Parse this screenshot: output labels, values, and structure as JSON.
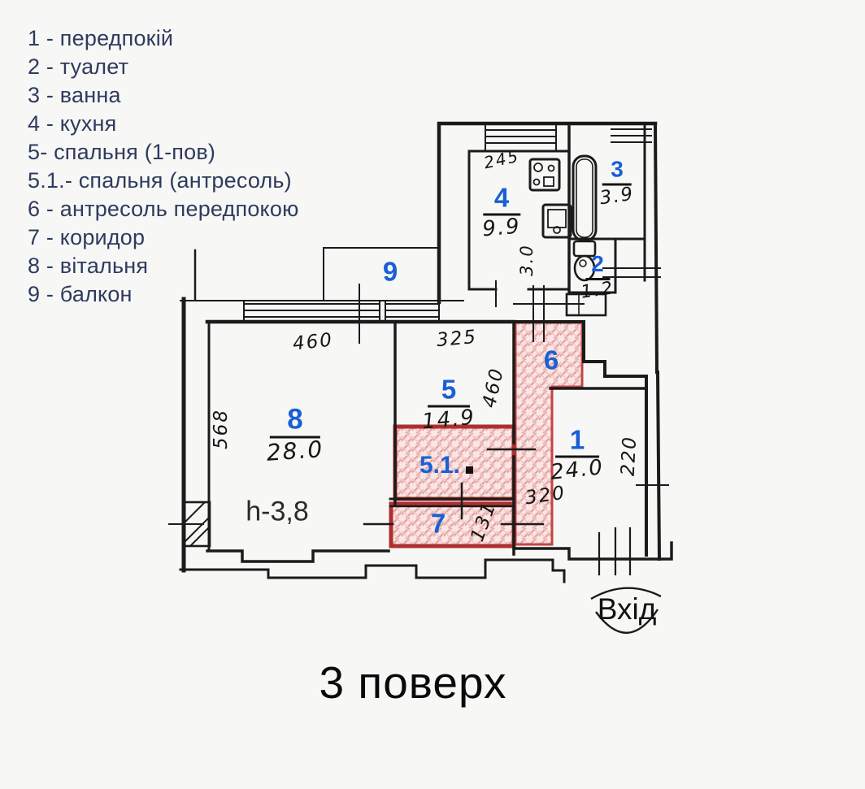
{
  "legend": {
    "items": [
      "1 - передпокій",
      "2 - туалет",
      "3 - ванна",
      "4 - кухня",
      "5- спальня (1-пов)",
      "5.1.- спальня (антресоль)",
      "6 - антресоль передпокою",
      "7 - коридор",
      "8 - вітальня",
      "9 - балкон"
    ]
  },
  "rooms": {
    "r1": {
      "num": "1",
      "area": "24.0"
    },
    "r2": {
      "num": "2",
      "area": "1.2"
    },
    "r3": {
      "num": "3",
      "area": "3.9"
    },
    "r4": {
      "num": "4",
      "area": "9.9"
    },
    "r5": {
      "num": "5",
      "area": "14.9"
    },
    "r51": {
      "num": "5.1."
    },
    "r6": {
      "num": "6"
    },
    "r7": {
      "num": "7"
    },
    "r8": {
      "num": "8",
      "area": "28.0"
    },
    "r9": {
      "num": "9"
    }
  },
  "dimensions": {
    "top8": "460",
    "top5": "325",
    "vert5": "460",
    "left8": "568",
    "kitchen_top": "245",
    "kitchen_side": "3.0",
    "bottom1": "320",
    "right1": "220",
    "corridor": "131"
  },
  "annotations": {
    "ceiling": "h-3,8",
    "entrance": "Вхід",
    "floor": "3 поверх"
  },
  "colors": {
    "room_number_blue": "#1a5fd6",
    "legend_text": "#2f3b5e",
    "wall": "#1b1b1b",
    "hatch_line": "#e8a4a2",
    "hatch_bg": "#f8e7e6",
    "hatch_border_dark": "#ad2f2f",
    "hatch_border": "#c44444"
  }
}
